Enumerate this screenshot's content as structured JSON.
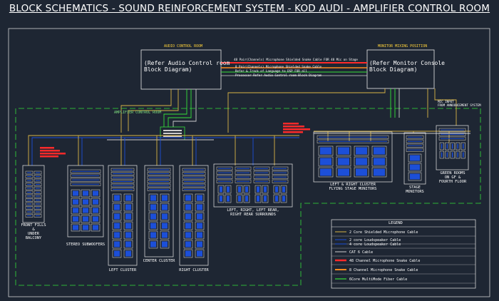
{
  "title": "BLOCK SCHEMATICS - SOUND REINFORCEMENT SYSTEM - KOD AUDI - AMPLIFIER CONTROL ROOM",
  "audio_control_room": {
    "label": "AUDIO CONTROL ROOM",
    "ref_line1": "(Refer Audio Control room",
    "ref_line2": "Block Diagram)"
  },
  "monitor_mixing": {
    "label": "MONITOR MIXING POSITION",
    "ref_line1": "(Refer Monitor Console",
    "ref_line2": "Block Diagram)"
  },
  "snake_labels": [
    "48 Pair(Channels) Microphone Shielded Snake Cable FOR 48 Mic on Stage",
    "8 Pair(Channels) Microphone Shielded Snake Cable",
    "Refer & Track of Language to DSP FOR all",
    "Processor Refer Audio Control room Block Diagram"
  ],
  "amplifier_control_room_label": "AMPLIFIER CONTROL ROOM",
  "mic_input_label_1": "MIC INPUT",
  "mic_input_label_2": "FROM ANNOUNCEMENT SYSTEM",
  "groups": {
    "front_fills_1": "FRONT FILLS",
    "front_fills_2": "&",
    "front_fills_3": "UNDER",
    "front_fills_4": "BALCONY",
    "stereo_subwoofers": "STEREO SUBWOOFERS",
    "left_cluster": "LEFT CLUSTER",
    "center_cluster": "CENTER CLUSTER",
    "right_cluster": "RIGHT CLUSTER",
    "surrounds_1": "LEFT, RIGHT, LEFT REAR,",
    "surrounds_2": "RIGHT REAR SURROUNDS",
    "flying_1": "LEFT & RIGHT CLUSTER",
    "flying_2": "FLYING STAGE MONITORS",
    "stage_monitors_1": "STAGE",
    "stage_monitors_2": "MONITORS",
    "green_rooms_1": "GREEN ROOMS",
    "green_rooms_2": "ON GF &",
    "green_rooms_3": "FOURTH FLOOR"
  },
  "legend": {
    "title": "LEGEND",
    "items": [
      {
        "color": "#d8b446",
        "label": "2 Core Shielded Microphone Cable"
      },
      {
        "color": "#1c4fd8",
        "label": "2 core Loudspeaker Cable"
      },
      {
        "color": "#1c4fd8",
        "label": "4 core Loudspeaker Cable"
      },
      {
        "color": "#cfcfcf",
        "label": "CAT 6 Cable"
      },
      {
        "color": "#ff2a2a",
        "label": "48 Channel Microphone Snake Cable"
      },
      {
        "color": "#ff8a1e",
        "label": "8 Channel Microphone Snake Cable"
      },
      {
        "color": "#35e03a",
        "label": "6Core MultiMode Fiber Cable"
      }
    ]
  }
}
